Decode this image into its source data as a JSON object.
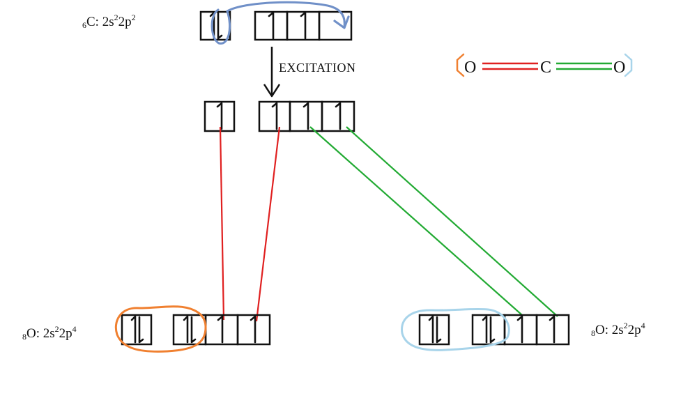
{
  "carbon": {
    "prefix": "6",
    "symbol": "C: 2s",
    "e1": "2",
    "mid": "2p",
    "e2": "2"
  },
  "oxygen_left": {
    "prefix": "8",
    "symbol": "O: 2s",
    "e1": "2",
    "mid": "2p",
    "e2": "4"
  },
  "oxygen_right": {
    "prefix": "8",
    "symbol": "O: 2s",
    "e1": "2",
    "mid": "2p",
    "e2": "4"
  },
  "excitation_label": "EXCITATION",
  "molecule": {
    "left_atom": "O",
    "center_atom": "C",
    "right_atom": "O"
  },
  "colors": {
    "sigma_bond": "#e02020",
    "pi_bond": "#22aa33",
    "highlight_left": "#f08030",
    "highlight_right": "#a8d4ea",
    "promotion_arrow": "#7090c8"
  }
}
